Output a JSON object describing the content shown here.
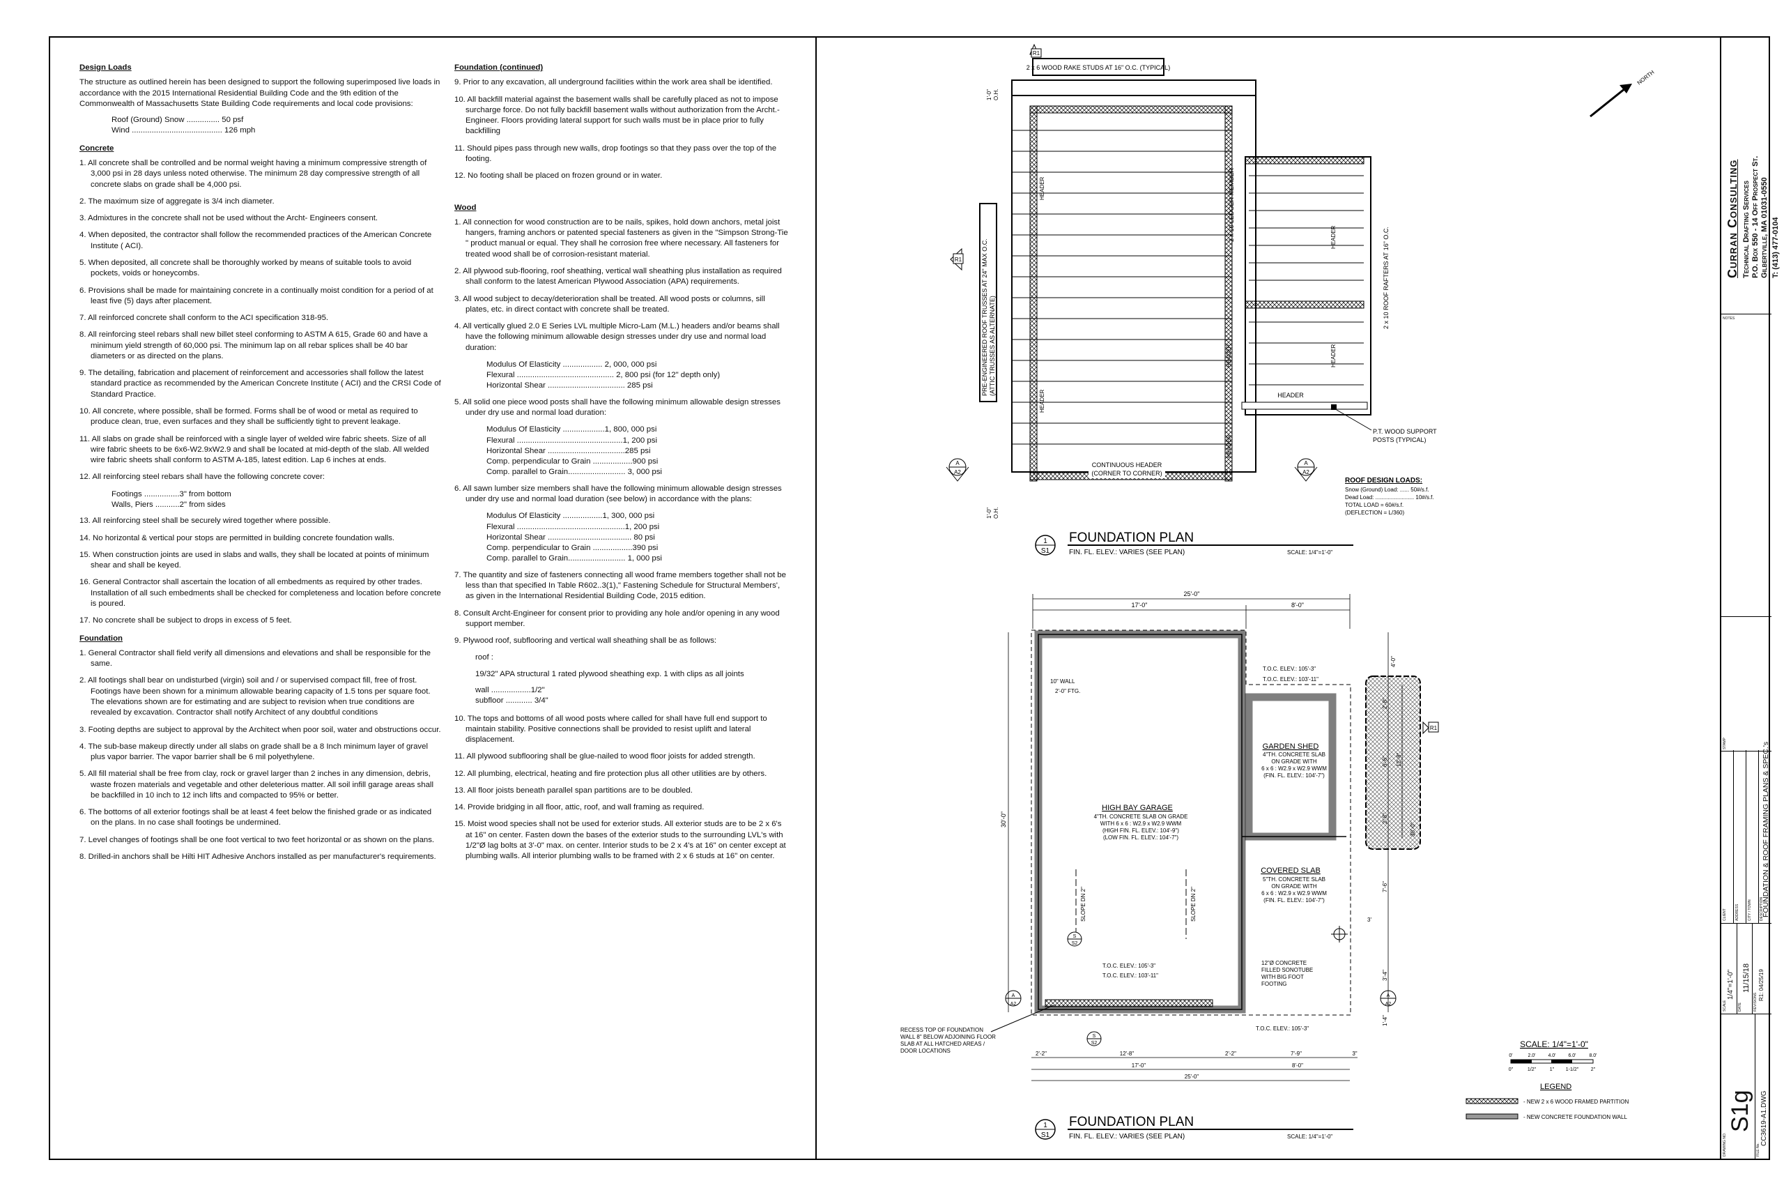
{
  "specs": {
    "design_loads": {
      "heading": "Design Loads",
      "intro": "The structure as outlined herein has been designed to support the following superimposed live loads in accordance with the 2015 International Residential Building Code and the 9th edition of the Commonwealth of Massachusetts State Building Code requirements and local code provisions:",
      "loads": [
        "Roof (Ground) Snow ............... 50 psf",
        "Wind ......................................... 126 mph"
      ]
    },
    "concrete": {
      "heading": "Concrete",
      "items": [
        "1. All concrete shall be controlled and be normal weight having a minimum compressive strength of 3,000 psi in 28 days unless noted otherwise. The minimum 28 day compressive strength of all concrete slabs on grade shall be 4,000 psi.",
        "2. The maximum size of aggregate is 3/4 inch diameter.",
        "3. Admixtures in the concrete shall not be used without the Archt- Engineers consent.",
        "4. When deposited, the contractor shall follow the recommended practices of the American Concrete Institute ( ACI).",
        "5. When deposited, all concrete shall be thoroughly worked by means of suitable tools to avoid pockets, voids or honeycombs.",
        "6. Provisions shall be made for maintaining concrete in a continually moist condition for a period of at least five (5) days after placement.",
        "7. All reinforced concrete shall conform to the ACI specification 318-95.",
        "8. All reinforcing steel rebars shall new billet steel conforming to ASTM A 615, Grade 60 and have a minimum yield strength of 60,000 psi. The minimum lap on all rebar splices shall be 40 bar diameters or as directed on the plans.",
        "9. The detailing, fabrication and placement of reinforcement and accessories shall follow the latest standard practice as recommended by the American Concrete Institute ( ACI) and the CRSI Code of Standard Practice.",
        "10. All concrete, where possible, shall be formed. Forms shall be of wood or metal as required to produce clean, true, even surfaces and they shall be sufficiently tight to prevent leakage.",
        "11. All slabs on grade shall be reinforced with a single layer of welded wire fabric sheets. Size of all wire fabric sheets to be 6x6-W2.9xW2.9 and shall be located at mid-depth of the slab. All welded wire fabric sheets shall conform to ASTM A-185, latest edition. Lap 6 inches at ends.",
        "12. All reinforcing steel rebars shall have the following concrete cover:"
      ],
      "cover": [
        "Footings ................3\" from bottom",
        "Walls, Piers ...........2\" from sides"
      ],
      "items2": [
        "13. All reinforcing steel shall be securely wired together where possible.",
        "14. No horizontal & vertical pour stops are permitted in building concrete foundation walls.",
        "15. When construction joints are used in slabs and walls, they shall be located at points of minimum shear and shall be keyed.",
        "16. General Contractor shall ascertain the location of all embedments as required by other trades. Installation of all such embedments shall be checked for completeness and location before concrete is poured.",
        "17. No concrete shall be subject to drops in excess of 5 feet."
      ]
    },
    "foundation": {
      "heading": "Foundation",
      "items": [
        "1. General Contractor shall field verify all dimensions and elevations and shall be responsible for the same.",
        "2. All footings shall bear on undisturbed (virgin) soil and / or supervised compact fill, free of frost. Footings have been shown for a minimum allowable bearing capacity of 1.5 tons per square foot. The elevations shown are for estimating and are subject to revision when true conditions are revealed by excavation. Contractor shall notify Architect of any doubtful conditions",
        "3. Footing depths are subject to approval by the Architect when poor soil, water and obstructions occur.",
        "4. The sub-base makeup directly under all slabs on grade shall be a 8 Inch minimum layer of gravel plus vapor barrier. The vapor barrier shall be 6 mil polyethylene.",
        "5. All fill material shall be free from clay, rock or gravel larger than 2 inches in any dimension, debris, waste frozen materials and vegetable and other deleterious matter. All soil infill garage areas shall be backfilled in 10 inch to 12 inch lifts and compacted to 95% or better.",
        "6. The bottoms of all exterior footings shall be at least 4 feet below the finished grade or as indicated on the plans. In no case shall footings be undermined.",
        "7. Level changes of footings shall be one foot vertical to two feet horizontal or as shown on the plans.",
        "8. Drilled-in anchors shall be Hilti HIT Adhesive Anchors installed as per manufacturer's requirements."
      ]
    },
    "foundation_cont": {
      "heading": "Foundation (continued)",
      "items": [
        "9. Prior to any excavation, all underground facilities within the work area shall be identified.",
        "10. All backfill material against the basement walls shall be carefully placed as not to impose surcharge force. Do not fully backfill basement walls without authorization from the Archt.-Engineer. Floors providing lateral support for such walls must be in place prior to fully backfilling",
        "11. Should pipes pass through new walls, drop footings so that they pass over the top of the footing.",
        "12. No footing shall be placed on frozen ground or in water."
      ]
    },
    "wood": {
      "heading": "Wood",
      "items_a": [
        "1. All connection for wood construction are to be nails, spikes, hold down anchors, metal joist hangers, framing anchors or patented special fasteners as given in the \"Simpson Strong-Tie \" product manual or equal. They shall he corrosion free where necessary. All fasteners for treated wood shall be of corrosion-resistant material.",
        "2. All plywood sub-flooring, roof sheathing, vertical wall sheathing plus installation as required shall conform to the latest American Plywood Association (APA) requirements.",
        "3. All wood subject to decay/deterioration shall be treated. All wood posts or columns, sill plates, etc. in direct contact with concrete shall be treated.",
        "4. All vertically glued 2.0 E Series LVL multiple Micro-Lam (M.L.) headers and/or beams shall have the following minimum allowable design stresses under dry use and normal load duration:"
      ],
      "lvl": [
        "Modulus Of Elasticity .................. 2, 000, 000 psi",
        "Flexural ............................................ 2, 800 psi (for 12\" depth only)",
        "Horizontal Shear ................................... 285 psi"
      ],
      "item5": "5. All solid one piece wood posts shall have the following minimum allowable design stresses under dry use and normal load duration:",
      "posts": [
        "Modulus Of Elasticity ...................1, 800, 000 psi",
        "Flexural ................................................1, 200 psi",
        "Horizontal Shear ...................................285 psi",
        "Comp. perpendicular to Grain ..................900 psi",
        "Comp. parallel to Grain.......................... 3, 000 psi"
      ],
      "item6": "6. All sawn lumber size members shall have the following minimum allowable design stresses under dry use and normal load duration (see below) in accordance with the plans:",
      "sawn": [
        "Modulus Of Elasticity ..................1, 300, 000 psi",
        "Flexural .................................................1, 200 psi",
        "Horizontal Shear ...................................... 80 psi",
        "Comp. perpendicular to Grain ..................390 psi",
        "Comp. parallel to Grain.......................... 1, 000 psi"
      ],
      "items_b": [
        "7. The quantity and size of fasteners connecting all wood frame members together shall not be less than that specified In Table R602..3(1),\" Fastening Schedule for Structural Members', as given in the International Residential Building Code, 2015 edition.",
        "8. Consult Archt-Engineer for consent prior to providing any hole and/or opening in any wood support member.",
        "9. Plywood roof, subflooring and vertical wall sheathing shall be as follows:"
      ],
      "roof_label": "roof :",
      "roof_spec": "19/32\" APA structural 1 rated plywood sheathing exp. 1 with clips as all joints",
      "wall": "wall ..................1/2\"",
      "subfloor": "subfloor ............ 3/4\"",
      "items_c": [
        "10. The tops and bottoms of all wood posts where called for shall have full end support to maintain stability. Positive connections shall be provided to resist uplift and lateral displacement.",
        "11. All plywood subflooring shall be glue-nailed to wood floor joists for added strength.",
        "12. All plumbing, electrical, heating and fire protection plus all other utilities are by others.",
        "13. All floor joists beneath parallel span partitions are to be doubled.",
        "14. Provide bridging in all floor, attic, roof, and wall framing as required.",
        "15. Moist wood species shall not be used for exterior studs. All exterior studs are to be 2 x 6's at 16\" on center. Fasten down the bases of the exterior studs to the surrounding LVL's with 1/2\"Ø lag bolts at 3'-0\" max. on center. Interior studs to be 2 x 4's at 16\" on center except at plumbing walls. All interior plumbing walls to be framed with 2 x 6 studs at 16\" on center."
      ]
    }
  },
  "roof_plan": {
    "rake_studs": "2 x 6 WOOD RAKE STUDS AT 16\" O.C. (TYPICAL)",
    "trusses": "PRE-ENGINEERED ROOF TRUSSES AT 24\" MAX O.C.",
    "trusses2": "(ATTIC TRUSSES AS ALTERNATE)",
    "ledger": "2 x 10 LEDGER MEMBER",
    "rafters": "2 x 10 ROOF RAFTERS AT 16\" O.C.",
    "header": "HEADER",
    "cont_header": "CONTINUOUS HEADER",
    "cont_header2": "(CORNER TO CORNER)",
    "posts": "P.T. WOOD SUPPORT",
    "posts2": "POSTS (TYPICAL)",
    "oh": "1'-0\"",
    "oh2": "O.H.",
    "north": "NORTH",
    "r1": "R1",
    "a": "A",
    "a2": "A2",
    "roof_loads_title": "ROOF DESIGN LOADS:",
    "roof_loads": [
      "Snow (Ground) Load: ...... 50#/s.f.",
      "Dead Load: ......................... 10#/s.f.",
      "TOTAL LOAD        =       60#/s.f.",
      "(DEFLECTION = L/360)"
    ],
    "title": "FOUNDATION PLAN",
    "num": "1",
    "sheet": "S1",
    "sub": "FIN. FL. ELEV.: VARIES (SEE PLAN)",
    "scale": "SCALE: 1/4\"=1'-0\""
  },
  "found_plan": {
    "d_total": "25'-0\"",
    "d_17": "17'-0\"",
    "d_8": "8'-0\"",
    "d_30": "30'-0\"",
    "d_4": "4'-0\"",
    "d_28a": "2'-8\"",
    "d_66": "6'-6\"",
    "d_128": "12'-8\"",
    "d_28b": "2'-8\"",
    "d_300": "30'-0\"",
    "d_76": "7'-6\"",
    "d_34": "3'-4\"",
    "d_14": "1'-4\"",
    "d_22a": "2'-2\"",
    "d_1281": "12'-8\"",
    "d_22b": "2'-2\"",
    "d_79": "7'-9\"",
    "d_3": "3\"",
    "d_3b": "3'",
    "toc1": "T.O.C. ELEV.: 105'-3\"",
    "toc2": "T.O.C. ELEV.: 103'-11\"",
    "wall10": "10\" WALL",
    "ftg": "2'-0\" FTG.",
    "shed": "GARDEN SHED",
    "shed_spec": [
      "4\"TH. CONCRETE SLAB",
      "ON GRADE WITH",
      "6 x 6 : W2.9 x W2.9 WWM",
      "(FIN. FL. ELEV.: 104'-7\")"
    ],
    "garage": "HIGH BAY GARAGE",
    "garage_spec": [
      "4\"TH. CONCRETE SLAB ON GRADE",
      "WITH 6 x 6 : W2.9 x W2.9 WWM",
      "(HIGH FIN. FL. ELEV.: 104'-9\")",
      "(LOW FIN. FL. ELEV.: 104'-7\")"
    ],
    "covered": "COVERED SLAB",
    "covered_spec": [
      "5\"TH. CONCRETE SLAB",
      "ON GRADE WITH",
      "6 x 6 : W2.9 x W2.9 WWM",
      "(FIN. FL. ELEV.: 104'-7\")"
    ],
    "slope": "SLOPE DN 2\"",
    "toc3": "T.O.C. ELEV.: 105'-3\"",
    "toc4": "T.O.C. ELEV.: 103'-11\"",
    "toc5": "T.O.C. ELEV.: 105'-3\"",
    "sonotube": [
      "12\"Ø CONCRETE",
      "FILLED SONOTUBE",
      "WITH BIG FOOT",
      "FOOTING"
    ],
    "recess": [
      "RECESS TOP OF FOUNDATION",
      "WALL 8\" BELOW ADJOINING FLOOR",
      "SLAB AT ALL HATCHED AREAS /",
      "DOOR LOCATIONS"
    ],
    "s": "S",
    "s2": "S2",
    "title": "FOUNDATION PLAN",
    "num": "1",
    "sheet": "S1",
    "sub": "FIN. FL. ELEV.: VARIES (SEE PLAN)",
    "scale": "SCALE: 1/4\"=1'-0\""
  },
  "scale_bar": {
    "title": "SCALE: 1/4\"=1'-0\"",
    "top": [
      "0'",
      "2.0'",
      "4.0'",
      "6.0'",
      "8.0'"
    ],
    "bottom": [
      "0\"",
      "1/2\"",
      "1\"",
      "1-1/2\"",
      "2\""
    ]
  },
  "legend": {
    "title": "LEGEND",
    "items": [
      "- NEW 2 x 6 WOOD FRAMED PARTITION",
      "- NEW CONCRETE FOUNDATION WALL"
    ]
  },
  "title_block": {
    "company": "Curran Consulting",
    "service": "Technical Drafting Services",
    "address": "P.O. Box 550 - 14 Off Prospect St.",
    "city": "Gilbertville, MA 01031-0550",
    "phone": "T: (413) 477-0104",
    "notes": "NOTES",
    "stamp": "STAMP",
    "client": "CLIENT",
    "address_lbl": "ADDRESS",
    "city_lbl": "CITY / TOWN",
    "desc_lbl": "DESCRIPTION",
    "description": "FOUNDATION & ROOF FRAMING PLANS & SPEC.'s",
    "scale_lbl": "SCALE",
    "scale": "1/4\"=1'-0\"",
    "date_lbl": "DATE",
    "date": "11/15/18",
    "rev_lbl": "REVISIONS",
    "rev": "R1: 04/25/19",
    "dwg_lbl": "DRAWING NO.",
    "dwg": "S1g",
    "file_lbl": "FILE No.",
    "file": "CC3619-A1.DWG"
  }
}
